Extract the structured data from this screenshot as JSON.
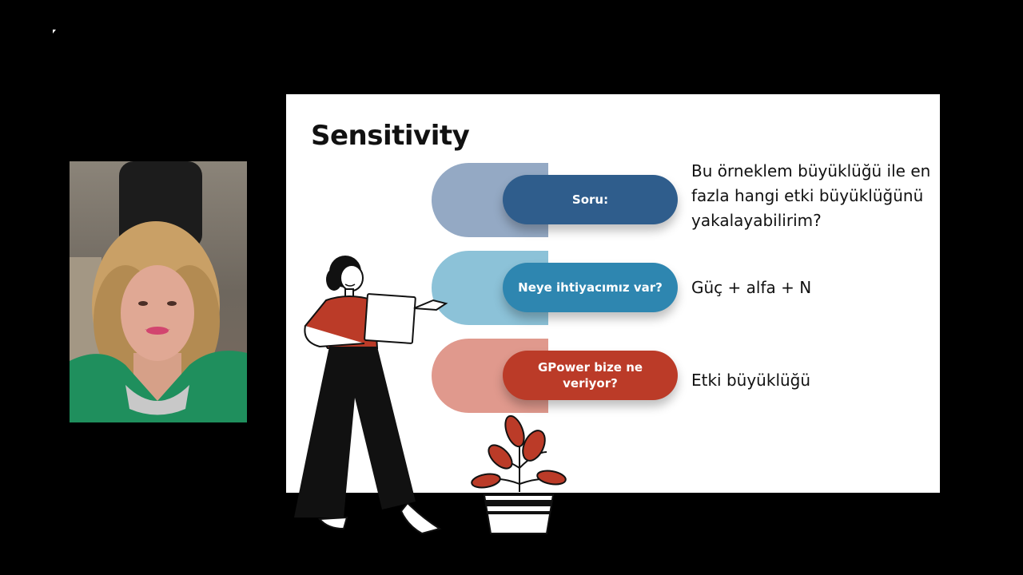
{
  "slide": {
    "title": "Sensitivity",
    "rows": [
      {
        "question": "Soru:",
        "answer": "Bu örneklem büyüklüğü ile en fazla hangi etki büyüklüğünü yakalayabilirim?",
        "back_color": "#94a9c4",
        "front_color": "#2f5d8c"
      },
      {
        "question": "Neye ihtiyacımız var?",
        "answer": "Güç + alfa + N",
        "back_color": "#8cc2d8",
        "front_color": "#2e86b0"
      },
      {
        "question": "GPower bize ne veriyor?",
        "answer": "Etki büyüklüğü",
        "back_color": "#e0998d",
        "front_color": "#bb3b28"
      }
    ]
  },
  "colors": {
    "background": "#000000",
    "slide_bg": "#ffffff",
    "accent_red": "#bb3b28"
  },
  "icons": {
    "illustration": "woman-holding-laptop",
    "plant": "potted-plant"
  }
}
